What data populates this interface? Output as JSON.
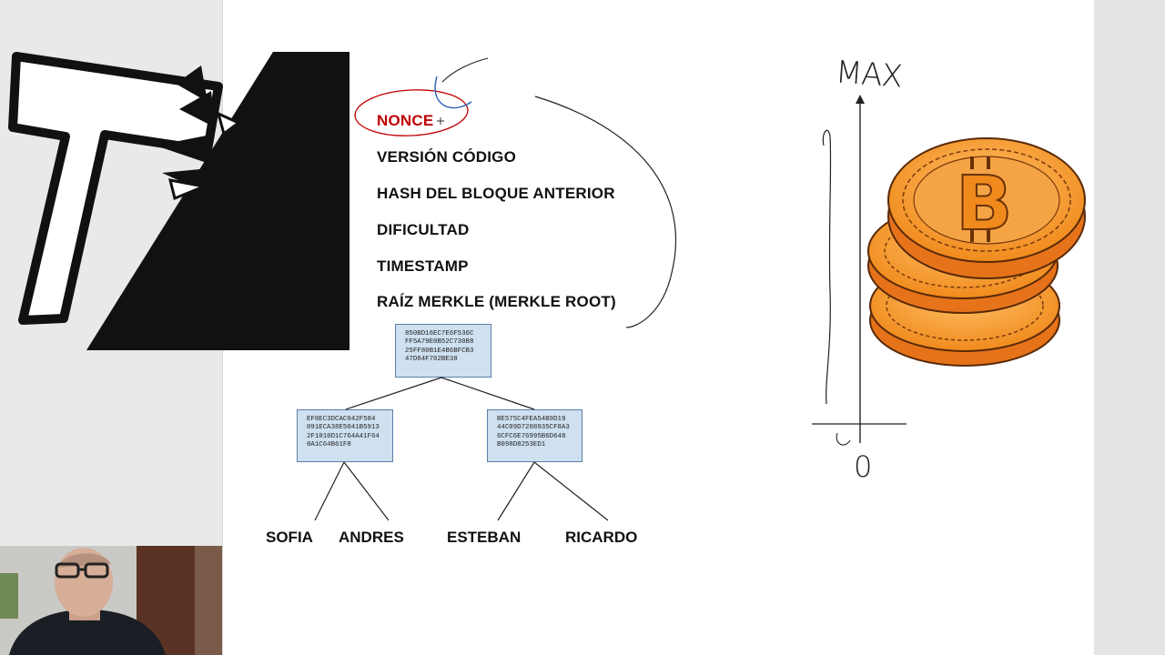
{
  "block_header": {
    "items": [
      {
        "label": "NONCE",
        "highlight": true
      },
      {
        "label": "VERSIÓN CÓDIGO",
        "highlight": false
      },
      {
        "label": "HASH DEL BLOQUE ANTERIOR",
        "highlight": false
      },
      {
        "label": "DIFICULTAD",
        "highlight": false
      },
      {
        "label": "TIMESTAMP",
        "highlight": false
      },
      {
        "label": "RAÍZ MERKLE (MERKLE ROOT)",
        "highlight": false
      }
    ]
  },
  "merkle_tree": {
    "root_hash": "850BD16EC7E6F536C\nFF5A79E0B52C730B8\n25FF80B1E4B6BFCB3\n47D84F702BE38",
    "left_hash": "EF0EC3DCAC042F584\n091ECA38E5041B5913\n2F1010D1C764A41F64\n0A1C64B61F8",
    "right_hash": "BE575C4FEA54B9D19\n44C09D7208935CF8A3\n6CFC6E76995B6D648\nB098D8253ED1",
    "leaves": [
      "SOFIA",
      "ANDRES",
      "ESTEBAN",
      "RICARDO"
    ]
  },
  "annotations": {
    "max_label": "MAX",
    "zero_label": "0"
  },
  "colors": {
    "accent_red": "#c00000",
    "hash_box_fill": "#cfe0f0",
    "coin_orange": "#f08a1c"
  },
  "icons": {
    "logo": "stylized-t-logo",
    "coin_stack": "bitcoin-coin-stack"
  }
}
